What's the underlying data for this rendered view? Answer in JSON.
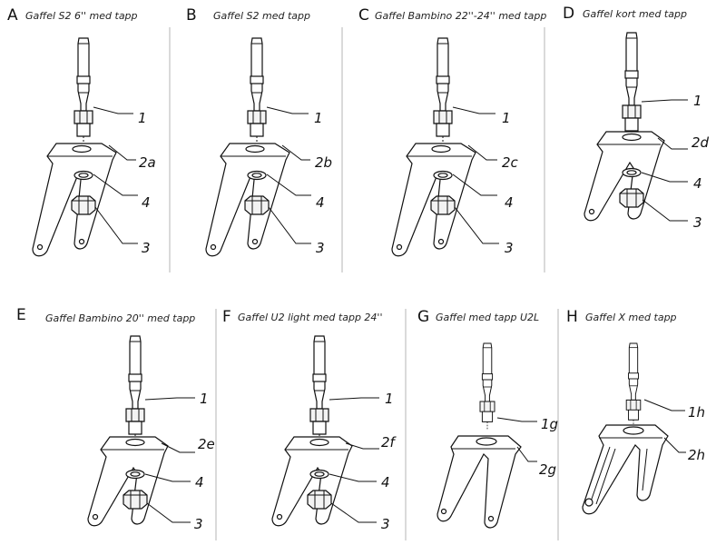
{
  "panels": [
    {
      "id": "A",
      "letter": "A",
      "title": "Gaffel S2 6'' med tapp",
      "labels": {
        "spindle": "1",
        "fork": "2a",
        "washer": "4",
        "nut": "3"
      }
    },
    {
      "id": "B",
      "letter": "B",
      "title": "Gaffel S2 med tapp",
      "labels": {
        "spindle": "1",
        "fork": "2b",
        "washer": "4",
        "nut": "3"
      }
    },
    {
      "id": "C",
      "letter": "C",
      "title": "Gaffel Bambino 22''-24'' med tapp",
      "labels": {
        "spindle": "1",
        "fork": "2c",
        "washer": "4",
        "nut": "3"
      }
    },
    {
      "id": "D",
      "letter": "D",
      "title": "Gaffel kort med tapp",
      "labels": {
        "spindle": "1",
        "fork": "2d",
        "washer": "4",
        "nut": "3"
      }
    },
    {
      "id": "E",
      "letter": "E",
      "title": "Gaffel Bambino 20'' med tapp",
      "labels": {
        "spindle": "1",
        "fork": "2e",
        "washer": "4",
        "nut": "3"
      }
    },
    {
      "id": "F",
      "letter": "F",
      "title": "Gaffel U2 light med tapp 24''",
      "labels": {
        "spindle": "1",
        "fork": "2f",
        "washer": "4",
        "nut": "3"
      }
    },
    {
      "id": "G",
      "letter": "G",
      "title": "Gaffel med tapp U2L",
      "labels": {
        "spindle": "1g",
        "fork": "2g"
      }
    },
    {
      "id": "H",
      "letter": "H",
      "title": "Gaffel X med tapp",
      "labels": {
        "spindle": "1h",
        "fork": "2h"
      }
    }
  ],
  "icons": [
    "fork-assembly-drawing"
  ],
  "colors": {
    "line": "#111111",
    "separator": "#b5b5b5",
    "background": "#ffffff"
  }
}
